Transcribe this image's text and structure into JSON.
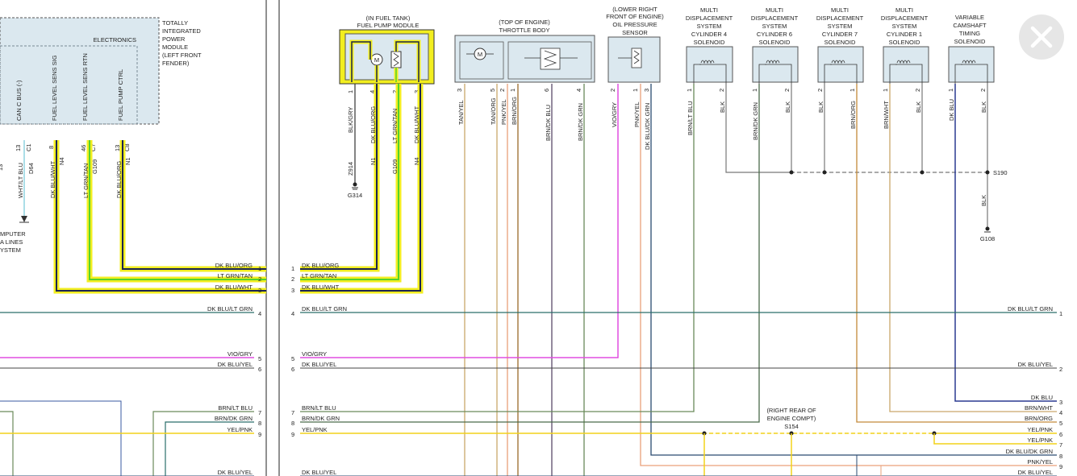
{
  "modules": {
    "tipm": {
      "title": [
        "TOTALLY",
        "INTEGRATED",
        "POWER",
        "MODULE",
        "(LEFT FRONT",
        "FENDER)"
      ],
      "sub": "ELECTRONICS",
      "pins": [
        "CAN C BUS (-)",
        "FUEL LEVEL SENS SIG",
        "FUEL LEVEL SENS RTN",
        "FUEL PUMP CTRL"
      ],
      "pin_nums": [
        "13",
        "8",
        "46",
        "13"
      ],
      "pin_conns": [
        "C1",
        "C7",
        "C7",
        "C8"
      ],
      "wire_labels": [
        "WHT/LT BLU",
        "DK BLU/WHT",
        "LT GRN/TAN",
        "DK BLU/ORG"
      ],
      "circuits": [
        "D64",
        "N4",
        "G109",
        "N1"
      ],
      "partial": [
        "MPUTER",
        "A LINES",
        "YSTEM"
      ],
      "edge_num": "13"
    },
    "fuel_pump": {
      "title": [
        "(IN FUEL TANK)",
        "FUEL PUMP MODULE"
      ],
      "motor": "M",
      "pins": [
        "1",
        "4",
        "2",
        "3"
      ],
      "wires": [
        "BLK/GRY",
        "DK BLU/ORG",
        "LT GRN/TAN",
        "DK BLU/WHT"
      ],
      "circuits": [
        "Z914",
        "N1",
        "G109",
        "N4"
      ],
      "ground": "G314"
    },
    "throttle": {
      "title": [
        "(TOP OF ENGINE)",
        "THROTTLE BODY"
      ],
      "motor": "M",
      "pins": [
        "3",
        "5",
        "2",
        "1",
        "6",
        "4"
      ],
      "wires": [
        "TAN/YEL",
        "TAN/ORG",
        "PNK/YEL",
        "BRN/ORG",
        "BRN/DK BLU",
        "BRN/DK GRN"
      ]
    },
    "oil": {
      "title": [
        "(LOWER RIGHT",
        "FRONT OF ENGINE)",
        "OIL PRESSURE",
        "SENSOR"
      ],
      "pins": [
        "2",
        "1",
        "3"
      ],
      "wires": [
        "VIO/GRY",
        "PNK/YEL",
        "DK BLU/DK GRN"
      ]
    },
    "mds4": {
      "title": [
        "MULTI",
        "DISPLACEMENT",
        "SYSTEM",
        "CYLINDER 4",
        "SOLENOID"
      ],
      "pins": [
        "1",
        "2"
      ],
      "wires": [
        "BRN/LT BLU",
        "BLK"
      ]
    },
    "mds6": {
      "title": [
        "MULTI",
        "DISPLACEMENT",
        "SYSTEM",
        "CYLINDER 6",
        "SOLENOID"
      ],
      "pins": [
        "1",
        "2"
      ],
      "wires": [
        "BRN/DK GRN",
        "BLK"
      ]
    },
    "mds7": {
      "title": [
        "MULTI",
        "DISPLACEMENT",
        "SYSTEM",
        "CYLINDER 7",
        "SOLENOID"
      ],
      "pins": [
        "2",
        "1"
      ],
      "wires": [
        "BLK",
        "BRN/ORG"
      ]
    },
    "mds1": {
      "title": [
        "MULTI",
        "DISPLACEMENT",
        "SYSTEM",
        "CYLINDER 1",
        "SOLENOID"
      ],
      "pins": [
        "1",
        "2"
      ],
      "wires": [
        "BRN/WHT",
        "BLK"
      ]
    },
    "vct": {
      "title": [
        "VARIABLE",
        "CAMSHAFT",
        "TIMING",
        "SOLENOID"
      ],
      "pins": [
        "1",
        "2"
      ],
      "wires": [
        "DK BLU",
        "BLK"
      ]
    }
  },
  "splices": {
    "s190": "S190",
    "s190_wire": "BLK",
    "g108": "G108",
    "s154": "S154",
    "s154_loc": [
      "(RIGHT REAR OF",
      "ENGINE COMPT)"
    ]
  },
  "left_connector": [
    {
      "num": "1",
      "label": "DK BLU/ORG"
    },
    {
      "num": "2",
      "label": "LT GRN/TAN"
    },
    {
      "num": "3",
      "label": "DK BLU/WHT"
    },
    {
      "num": "4",
      "label": "DK BLU/LT GRN"
    },
    {
      "num": "5",
      "label": "VIO/GRY"
    },
    {
      "num": "6",
      "label": "DK BLU/YEL"
    },
    {
      "num": "7",
      "label": "BRN/LT BLU"
    },
    {
      "num": "8",
      "label": "BRN/DK GRN"
    },
    {
      "num": "9",
      "label": "YEL/PNK"
    },
    {
      "num": "",
      "label": "DK BLU/YEL"
    }
  ],
  "mid_connector": [
    {
      "num": "1",
      "label": "DK BLU/ORG"
    },
    {
      "num": "2",
      "label": "LT GRN/TAN"
    },
    {
      "num": "3",
      "label": "DK BLU/WHT"
    },
    {
      "num": "4",
      "label": "DK BLU/LT GRN"
    },
    {
      "num": "5",
      "label": "VIO/GRY"
    },
    {
      "num": "6",
      "label": "DK BLU/YEL"
    },
    {
      "num": "7",
      "label": "BRN/LT BLU"
    },
    {
      "num": "8",
      "label": "BRN/DK GRN"
    },
    {
      "num": "9",
      "label": "YEL/PNK"
    },
    {
      "num": "",
      "label": "DK BLU/YEL"
    }
  ],
  "right_connector": [
    {
      "num": "1",
      "label": "DK BLU/LT GRN"
    },
    {
      "num": "2",
      "label": "DK BLU/YEL"
    },
    {
      "num": "3",
      "label": "DK BLU"
    },
    {
      "num": "4",
      "label": "BRN/WHT"
    },
    {
      "num": "5",
      "label": "BRN/ORG"
    },
    {
      "num": "6",
      "label": "YEL/PNK"
    },
    {
      "num": "7",
      "label": "YEL/PNK"
    },
    {
      "num": "8",
      "label": "DK BLU/DK GRN"
    },
    {
      "num": "9",
      "label": "PNK/YEL"
    },
    {
      "num": "",
      "label": "DK BLU/YEL"
    }
  ],
  "colors": {
    "yellow": "#f2ee20",
    "green": "#53d22c",
    "navy": "#1b2450",
    "violet": "#e04fe0",
    "tan": "#c9a86a",
    "orange": "#e9a07a",
    "teal": "#2a6e6a",
    "brown": "#9a6a2a",
    "olive": "#6a8a5a",
    "gray": "#888888",
    "blue": "#3a5aa0",
    "cyan": "#8fd3e0"
  },
  "close_icon": "close-icon"
}
